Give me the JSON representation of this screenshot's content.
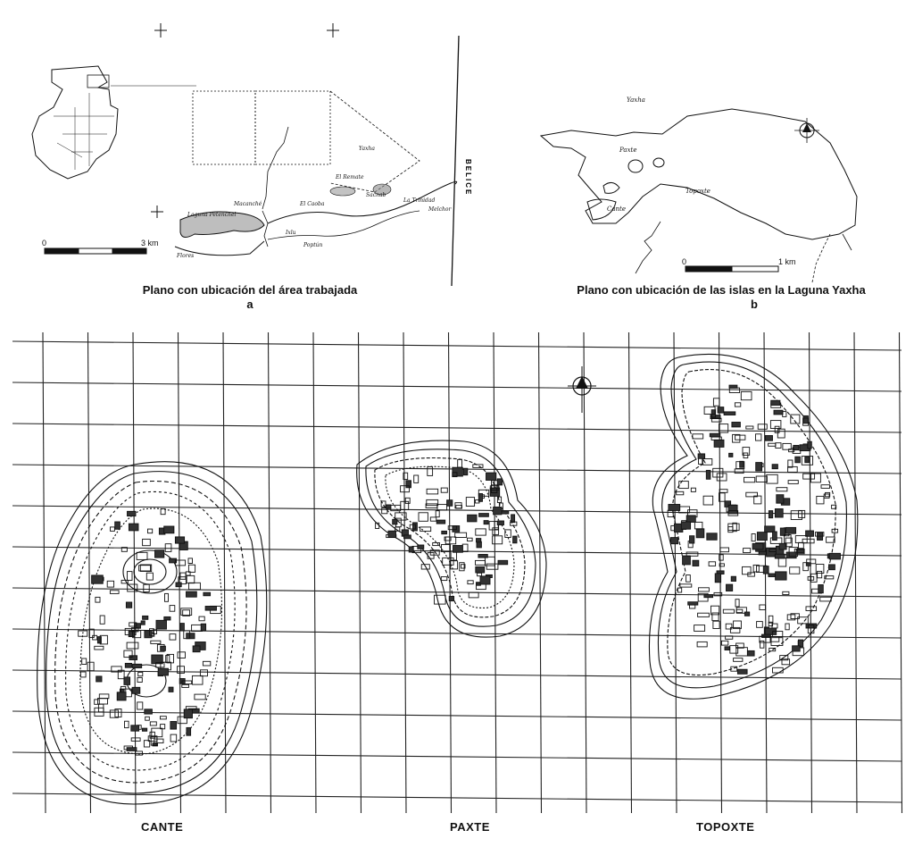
{
  "map_a": {
    "caption": "Plano con ubicación del área trabajada",
    "letter": "a",
    "scale_zero": "0",
    "scale_end": "3 km",
    "border_label": "BELICE",
    "place_labels": [
      "Flores",
      "El Remate",
      "El Caoba",
      "Laguna Petenchel",
      "Sacnab",
      "Yaxha",
      "Macanché",
      "Ixlu",
      "La Trinidad",
      "Melchor",
      "Poptún"
    ]
  },
  "map_b": {
    "caption": "Plano con ubicación de las islas en la Laguna Yaxha",
    "letter": "b",
    "scale_zero": "0",
    "scale_end": "1 km",
    "lake_label": "Yaxha",
    "island_labels": [
      "Paxte",
      "Cante",
      "Topoxte"
    ]
  },
  "islands": [
    {
      "name": "CANTE"
    },
    {
      "name": "PAXTE"
    },
    {
      "name": "TOPOXTE"
    }
  ]
}
